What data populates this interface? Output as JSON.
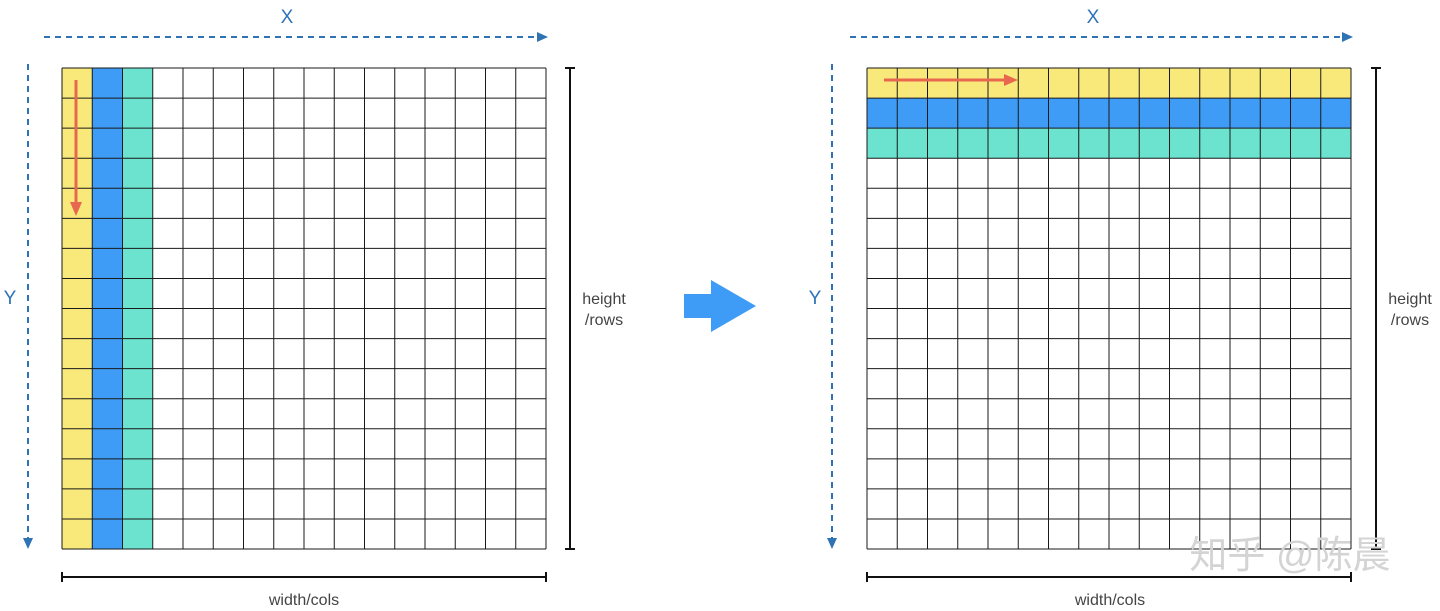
{
  "left_panel": {
    "x_axis_label": "X",
    "y_axis_label": "Y",
    "height_label_line1": "height",
    "height_label_line2": "/rows",
    "width_label": "width/cols",
    "highlight": "columns",
    "scan_direction": "down"
  },
  "right_panel": {
    "x_axis_label": "X",
    "y_axis_label": "Y",
    "height_label_line1": "height",
    "height_label_line2": "/rows",
    "width_label": "width/cols",
    "highlight": "rows",
    "scan_direction": "right"
  },
  "grid": {
    "cols": 16,
    "rows": 16
  },
  "colors": {
    "yellow": "#f9e97a",
    "blue": "#3e9cf6",
    "teal": "#6be3cf",
    "grid_line": "#1a1a1a",
    "axis_blue": "#2f73b5",
    "scan_arrow": "#e8684f",
    "transform_arrow": "#3e9cf6",
    "dimension_line": "#111111"
  },
  "watermark": {
    "text": "知乎 @陈晨"
  }
}
